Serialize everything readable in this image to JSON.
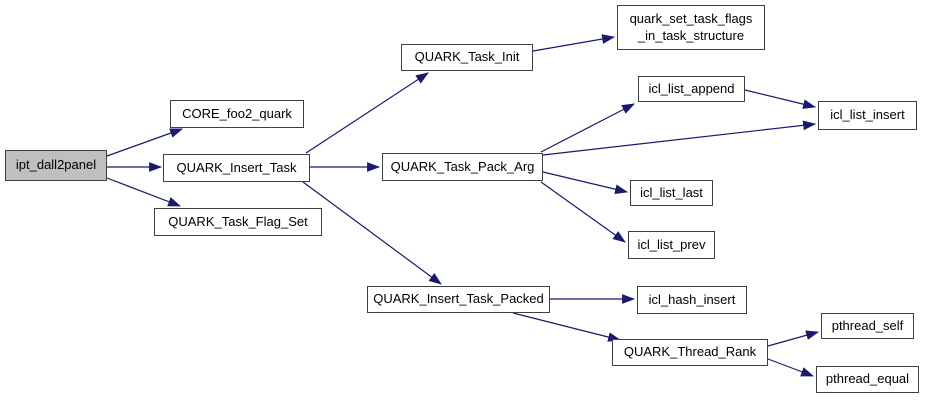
{
  "diagram": {
    "type": "function-call-graph",
    "root": "ipt_dall2panel"
  },
  "colors": {
    "background": "#ffffff",
    "edge": "#191970",
    "node-border": "#404040",
    "node-fill": "#ffffff",
    "root-fill": "#bfbfbf",
    "text": "#000000"
  },
  "nodes": {
    "ipt_dall2panel": {
      "label": "ipt_dall2panel",
      "highlighted": true
    },
    "CORE_foo2_quark": {
      "label": "CORE_foo2_quark",
      "highlighted": false
    },
    "QUARK_Insert_Task": {
      "label": "QUARK_Insert_Task",
      "highlighted": false
    },
    "QUARK_Task_Flag_Set": {
      "label": "QUARK_Task_Flag_Set",
      "highlighted": false
    },
    "QUARK_Task_Init": {
      "label": "QUARK_Task_Init",
      "highlighted": false
    },
    "quark_set_task_flags": {
      "label": "quark_set_task_flags\n_in_task_structure",
      "highlighted": false
    },
    "icl_list_append": {
      "label": "icl_list_append",
      "highlighted": false
    },
    "icl_list_insert": {
      "label": "icl_list_insert",
      "highlighted": false
    },
    "QUARK_Task_Pack_Arg": {
      "label": "QUARK_Task_Pack_Arg",
      "highlighted": false
    },
    "icl_list_last": {
      "label": "icl_list_last",
      "highlighted": false
    },
    "icl_list_prev": {
      "label": "icl_list_prev",
      "highlighted": false
    },
    "QUARK_Insert_Task_Packed": {
      "label": "QUARK_Insert_Task_Packed",
      "highlighted": false
    },
    "icl_hash_insert": {
      "label": "icl_hash_insert",
      "highlighted": false
    },
    "QUARK_Thread_Rank": {
      "label": "QUARK_Thread_Rank",
      "highlighted": false
    },
    "pthread_self": {
      "label": "pthread_self",
      "highlighted": false
    },
    "pthread_equal": {
      "label": "pthread_equal",
      "highlighted": false
    }
  },
  "edges": [
    {
      "from": "ipt_dall2panel",
      "to": "CORE_foo2_quark"
    },
    {
      "from": "ipt_dall2panel",
      "to": "QUARK_Insert_Task"
    },
    {
      "from": "ipt_dall2panel",
      "to": "QUARK_Task_Flag_Set"
    },
    {
      "from": "QUARK_Insert_Task",
      "to": "QUARK_Task_Init"
    },
    {
      "from": "QUARK_Insert_Task",
      "to": "QUARK_Task_Pack_Arg"
    },
    {
      "from": "QUARK_Insert_Task",
      "to": "QUARK_Insert_Task_Packed"
    },
    {
      "from": "QUARK_Task_Init",
      "to": "quark_set_task_flags"
    },
    {
      "from": "QUARK_Task_Pack_Arg",
      "to": "icl_list_append"
    },
    {
      "from": "QUARK_Task_Pack_Arg",
      "to": "icl_list_insert"
    },
    {
      "from": "QUARK_Task_Pack_Arg",
      "to": "icl_list_last"
    },
    {
      "from": "QUARK_Task_Pack_Arg",
      "to": "icl_list_prev"
    },
    {
      "from": "icl_list_append",
      "to": "icl_list_insert"
    },
    {
      "from": "QUARK_Insert_Task_Packed",
      "to": "icl_hash_insert"
    },
    {
      "from": "QUARK_Insert_Task_Packed",
      "to": "QUARK_Thread_Rank"
    },
    {
      "from": "QUARK_Thread_Rank",
      "to": "pthread_self"
    },
    {
      "from": "QUARK_Thread_Rank",
      "to": "pthread_equal"
    }
  ]
}
